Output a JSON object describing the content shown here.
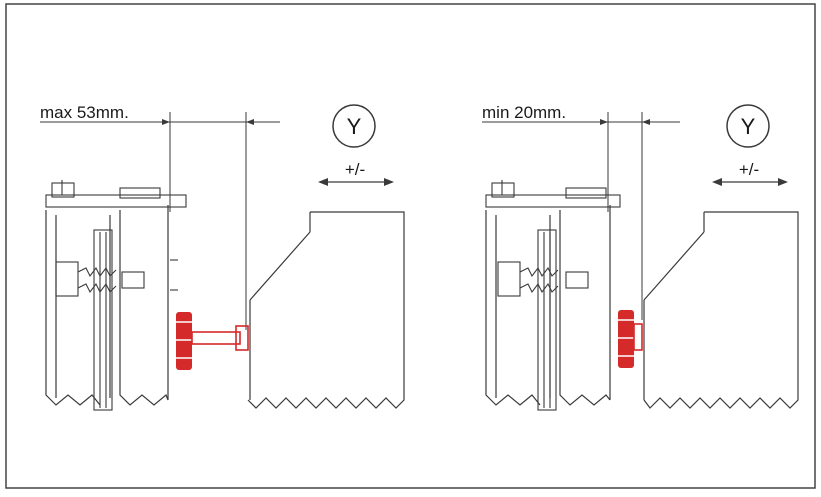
{
  "colors": {
    "line": "#3a3a3a",
    "accent": "#d42a2a",
    "frame": "#444444"
  },
  "panels": [
    {
      "measure_label": "max 53mm.",
      "axis_label": "Y",
      "direction_label": "+/-"
    },
    {
      "measure_label": "min 20mm.",
      "axis_label": "Y",
      "direction_label": "+/-"
    }
  ]
}
